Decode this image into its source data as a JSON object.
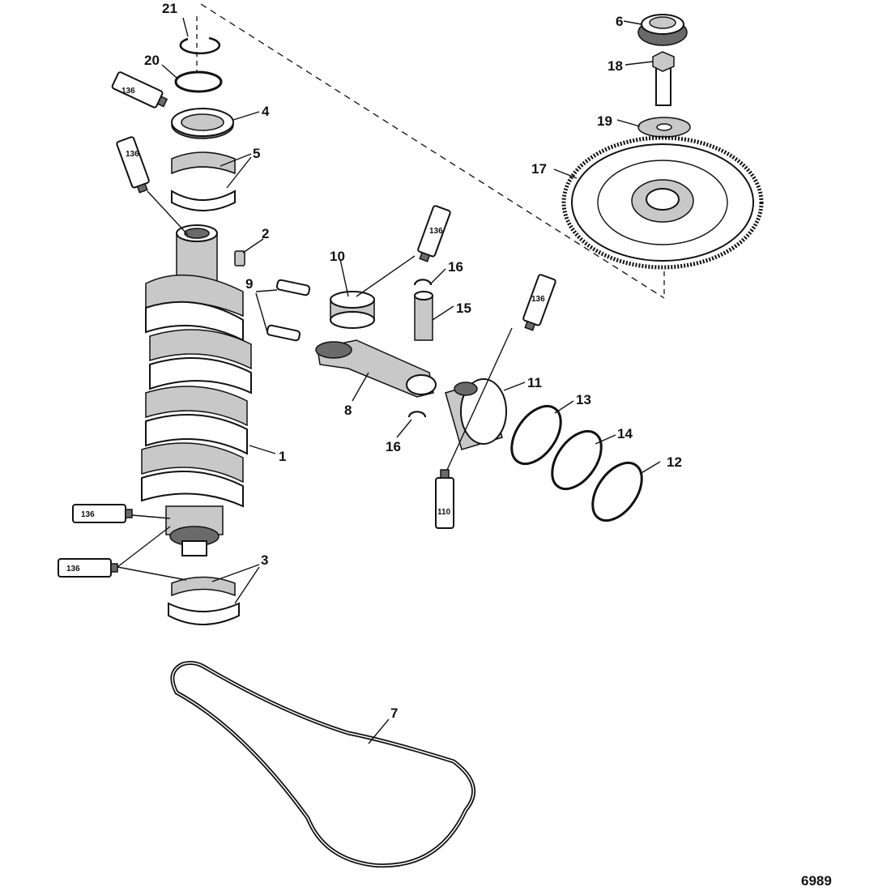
{
  "callouts": [
    {
      "id": "c21",
      "label": "21"
    },
    {
      "id": "c20",
      "label": "20"
    },
    {
      "id": "c4",
      "label": "4"
    },
    {
      "id": "c5",
      "label": "5"
    },
    {
      "id": "c2",
      "label": "2"
    },
    {
      "id": "c9",
      "label": "9"
    },
    {
      "id": "c10",
      "label": "10"
    },
    {
      "id": "c16a",
      "label": "16"
    },
    {
      "id": "c15",
      "label": "15"
    },
    {
      "id": "c8",
      "label": "8"
    },
    {
      "id": "c16b",
      "label": "16"
    },
    {
      "id": "c11",
      "label": "11"
    },
    {
      "id": "c13",
      "label": "13"
    },
    {
      "id": "c14",
      "label": "14"
    },
    {
      "id": "c12",
      "label": "12"
    },
    {
      "id": "c1",
      "label": "1"
    },
    {
      "id": "c3",
      "label": "3"
    },
    {
      "id": "c7",
      "label": "7"
    },
    {
      "id": "c6",
      "label": "6"
    },
    {
      "id": "c18",
      "label": "18"
    },
    {
      "id": "c19",
      "label": "19"
    },
    {
      "id": "c17",
      "label": "17"
    }
  ],
  "lubricant_tubes": [
    {
      "id": "t1",
      "label": "136"
    },
    {
      "id": "t2",
      "label": "136"
    },
    {
      "id": "t3",
      "label": "136"
    },
    {
      "id": "t4",
      "label": "136"
    },
    {
      "id": "t5",
      "label": "136"
    },
    {
      "id": "t6",
      "label": "136"
    },
    {
      "id": "t7",
      "label": "110"
    }
  ],
  "figure_number": "6989"
}
